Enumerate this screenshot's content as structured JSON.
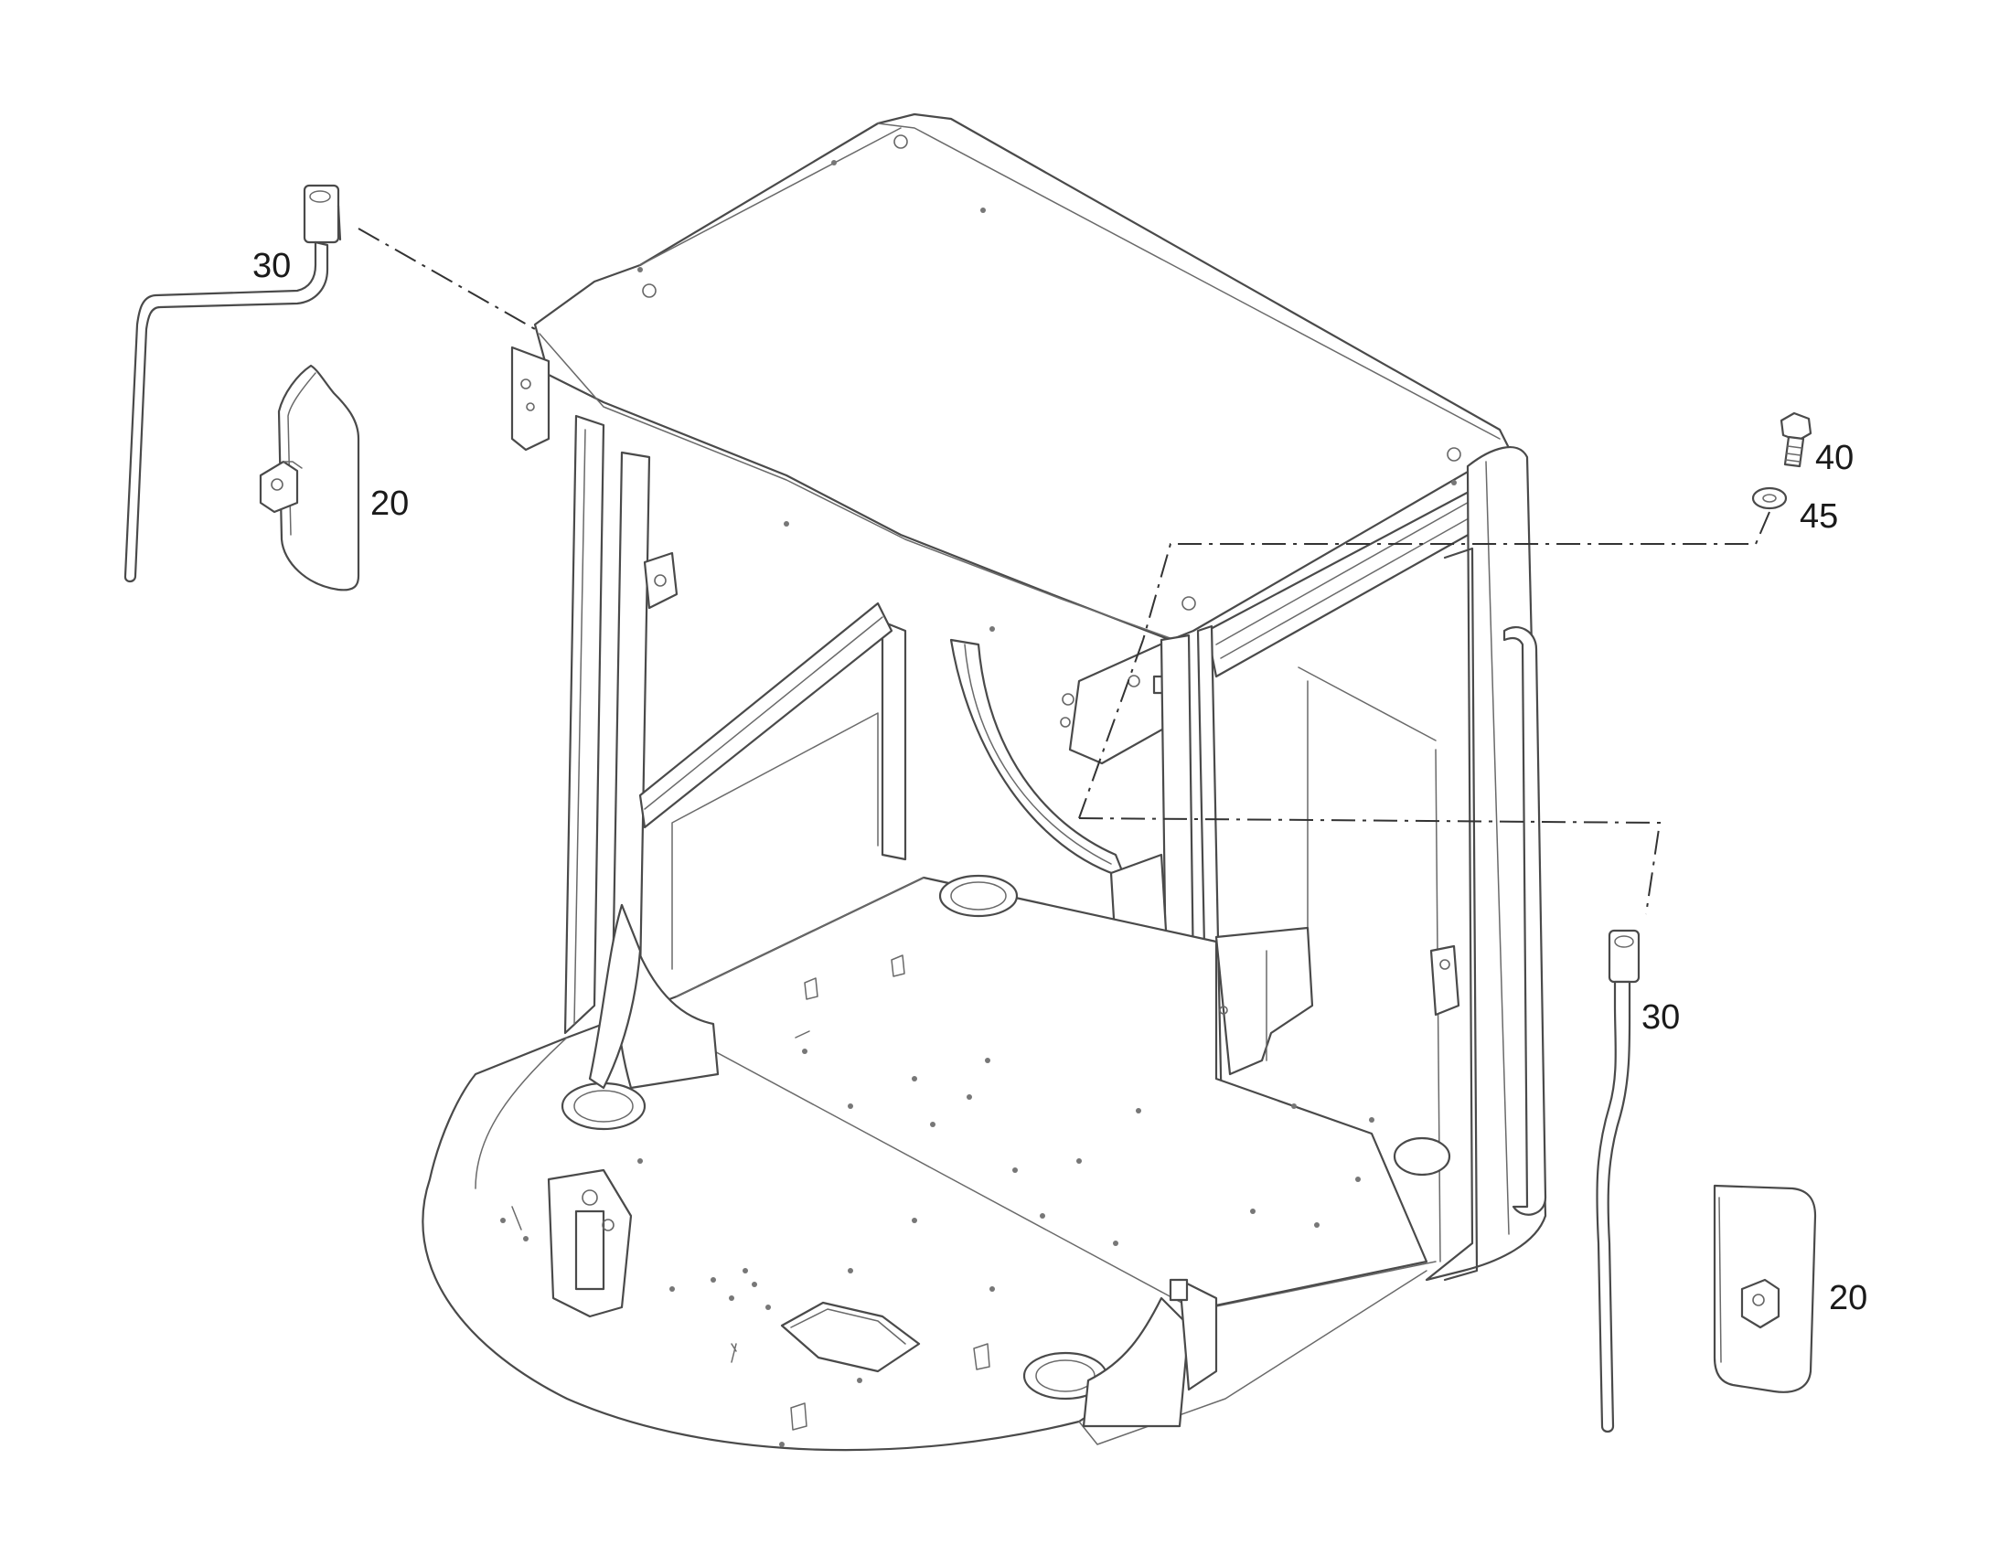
{
  "diagram": {
    "callouts": [
      {
        "id": "c30a",
        "label": "30"
      },
      {
        "id": "c20a",
        "label": "20"
      },
      {
        "id": "c40",
        "label": "40"
      },
      {
        "id": "c45",
        "label": "45"
      },
      {
        "id": "c30b",
        "label": "30"
      },
      {
        "id": "c20b",
        "label": "20"
      }
    ]
  },
  "colors": {
    "line": "#4a4a4a",
    "leader": "#333333",
    "background": "#ffffff"
  }
}
